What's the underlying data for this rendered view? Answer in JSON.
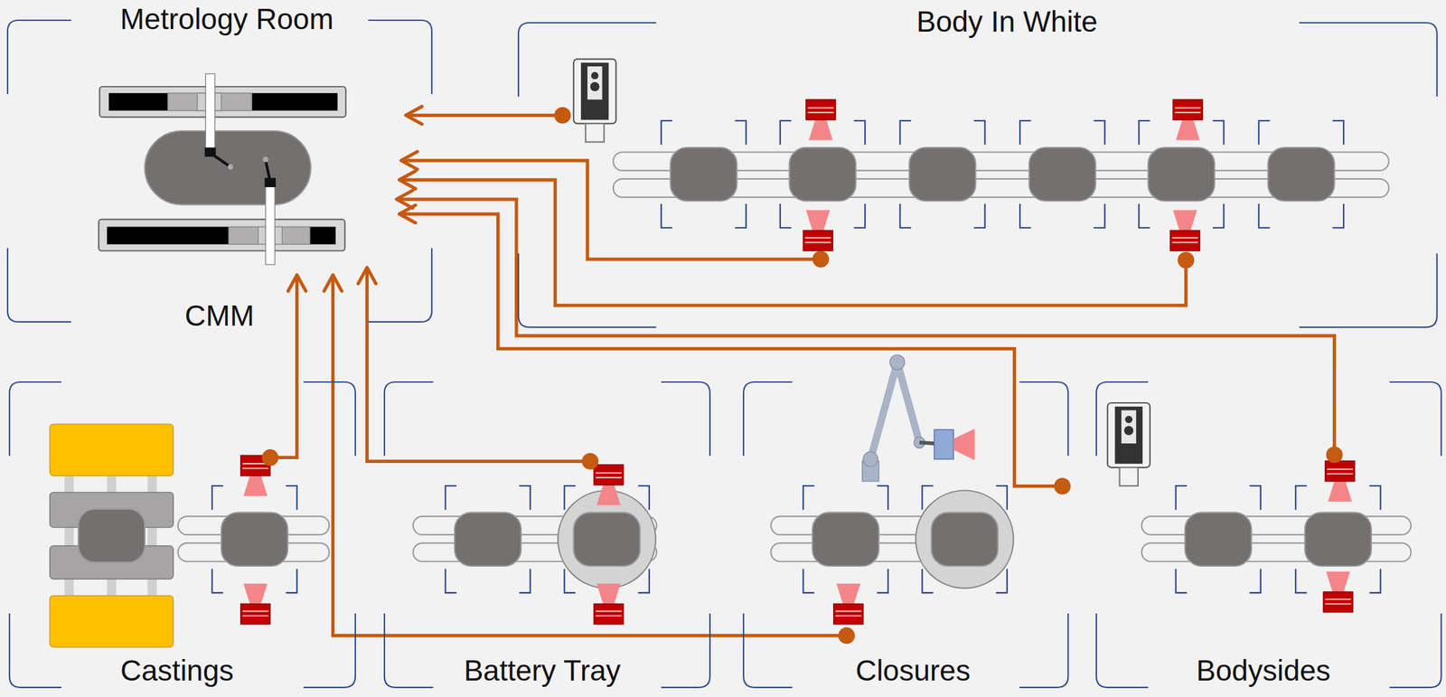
{
  "diagram": {
    "nodes": [
      {
        "text": [
          "Metrology Room"
        ]
      },
      {
        "text": [
          "Body In White"
        ]
      },
      {
        "text": [
          "Castings"
        ]
      },
      {
        "text": [
          "Battery Tray"
        ]
      },
      {
        "text": [
          "Closures"
        ]
      },
      {
        "text": [
          "Bodysides"
        ]
      }
    ],
    "edges": [
      {
        "from": 1,
        "to": 0,
        "arrow": "to"
      },
      {
        "from": 1,
        "to": 0,
        "arrow": "to"
      },
      {
        "from": 1,
        "to": 0,
        "arrow": "to"
      },
      {
        "from": 5,
        "to": 0,
        "arrow": "to"
      },
      {
        "from": 4,
        "to": 0,
        "arrow": "to"
      },
      {
        "from": 2,
        "to": 0,
        "arrow": "to"
      },
      {
        "from": 3,
        "to": 0,
        "arrow": "to"
      },
      {
        "from": 4,
        "to": 0,
        "arrow": "to"
      }
    ],
    "labels": [
      "CMM"
    ]
  }
}
